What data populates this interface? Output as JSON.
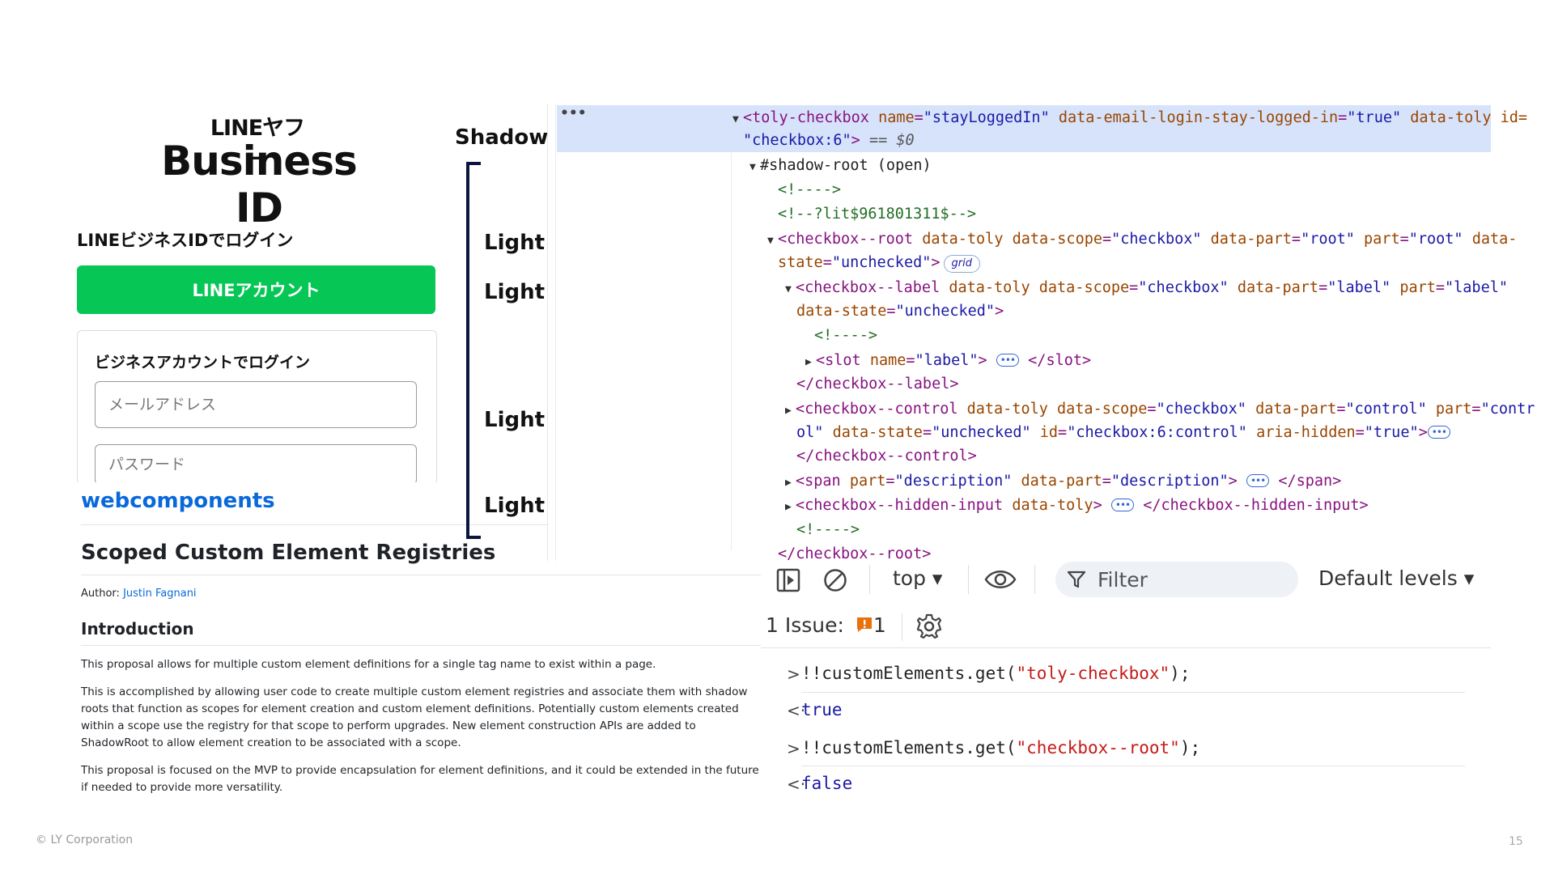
{
  "left_app": {
    "brand_top": "LINEヤフー",
    "brand_main": "Business ID",
    "login_title": "LINEビジネスIDでログイン",
    "line_button": "LINEアカウント",
    "business_section_title": "ビジネスアカウントでログイン",
    "email_placeholder": "メールアドレス",
    "password_placeholder": "パスワード"
  },
  "proposal": {
    "site": "webcomponents",
    "title": "Scoped Custom Element Registries",
    "author_label": "Author:",
    "author_name": "Justin Fagnani",
    "section": "Introduction",
    "p1": "This proposal allows for multiple custom element definitions for a single tag name to exist within a page.",
    "p2": "This is accomplished by allowing user code to create multiple custom element registries and associate them with shadow roots that function as scopes for element creation and custom element definitions. Potentially custom elements created within a scope use the registry for that scope to perform upgrades. New element construction APIs are added to ShadowRoot to allow element creation to be associated with a scope.",
    "p3": "This proposal is focused on the MVP to provide encapsulation for element definitions, and it could be extended in the future if needed to provide more versatility."
  },
  "annotations": {
    "shadow": "Shadow DOM",
    "light1": "Light DOM",
    "light2": "Light DOM",
    "light3": "Light DOM",
    "light4": "Light DOM"
  },
  "devtools": {
    "menu_dots": "•••",
    "r1_tag_open": "<toly-checkbox",
    "r1_a1": "name",
    "r1_v1": "\"stayLoggedIn\"",
    "r1_a2": "data-email-login-stay-logged-in",
    "r1_v2": "\"true\"",
    "r1_a3": "data-toly",
    "r1_a4": "id=",
    "r1b_v": "\"checkbox:6\"",
    "r1b_gt": ">",
    "r1b_ref": "== $0",
    "r2": "#shadow-root (open)",
    "r3": "<!---->",
    "r4": "<!--?lit$961801311$-->",
    "r5_tag": "<checkbox--root",
    "r5_a1": "data-toly",
    "r5_a2": "data-scope",
    "r5_v2": "\"checkbox\"",
    "r5_a3": "data-part",
    "r5_v3": "\"root\"",
    "r5_a4": "part",
    "r5_v4": "\"root\"",
    "r5_a5": "data-",
    "r5b_a": "state",
    "r5b_v": "\"unchecked\"",
    "r5b_gt": ">",
    "r5b_badge": "grid",
    "r6_tag": "<checkbox--label",
    "r6_a1": "data-toly",
    "r6_a2": "data-scope",
    "r6_v2": "\"checkbox\"",
    "r6_a3": "data-part",
    "r6_v3": "\"label\"",
    "r6_a4": "part",
    "r6_v4": "\"label\"",
    "r6b_a": "data-state",
    "r6b_v": "\"unchecked\"",
    "r6b_gt": ">",
    "r7": "<!---->",
    "r8_tag": "<slot",
    "r8_a": "name",
    "r8_v": "\"label\"",
    "r8_gt": ">",
    "r8_close": "</slot>",
    "r9": "</checkbox--label>",
    "r10_tag": "<checkbox--control",
    "r10_a1": "data-toly",
    "r10_a2": "data-scope",
    "r10_v2": "\"checkbox\"",
    "r10_a3": "data-part",
    "r10_v3": "\"control\"",
    "r10_a4": "part",
    "r10_v4": "\"contr",
    "r10b_v4": "ol\"",
    "r10b_a5": "data-state",
    "r10b_v5": "\"unchecked\"",
    "r10b_a6": "id",
    "r10b_v6": "\"checkbox:6:control\"",
    "r10b_a7": "aria-hidden",
    "r10b_v7": "\"true\"",
    "r10b_gt": ">",
    "r11": "</checkbox--control>",
    "r12_tag": "<span",
    "r12_a1": "part",
    "r12_v1": "\"description\"",
    "r12_a2": "data-part",
    "r12_v2": "\"description\"",
    "r12_gt": ">",
    "r12_close": "</span>",
    "r13_tag": "<checkbox--hidden-input",
    "r13_a": "data-toly",
    "r13_gt": ">",
    "r13_close": "</checkbox--hidden-input>",
    "r14": "<!---->",
    "r15": "</checkbox--root>",
    "ellipsis": "•••"
  },
  "console": {
    "context": "top ▾",
    "filter_placeholder": "Filter",
    "levels": "Default levels ▾",
    "issues_label": "1 Issue:",
    "issues_count": "1",
    "in1_prefix": "!!customElements.get(",
    "in1_arg": "\"toly-checkbox\"",
    "in1_suffix": ");",
    "out1": "true",
    "in2_prefix": "!!customElements.get(",
    "in2_arg": "\"checkbox--root\"",
    "in2_suffix": ");",
    "out2": "false",
    "in_arrow": ">",
    "out_arrow": "<·"
  },
  "footer": {
    "copyright": "© LY Corporation",
    "page": "15"
  },
  "colors": {
    "line_green": "#06c755",
    "link_blue": "#0969da",
    "annotation_navy": "#0b1640",
    "selected_row": "#d6e3fb"
  }
}
